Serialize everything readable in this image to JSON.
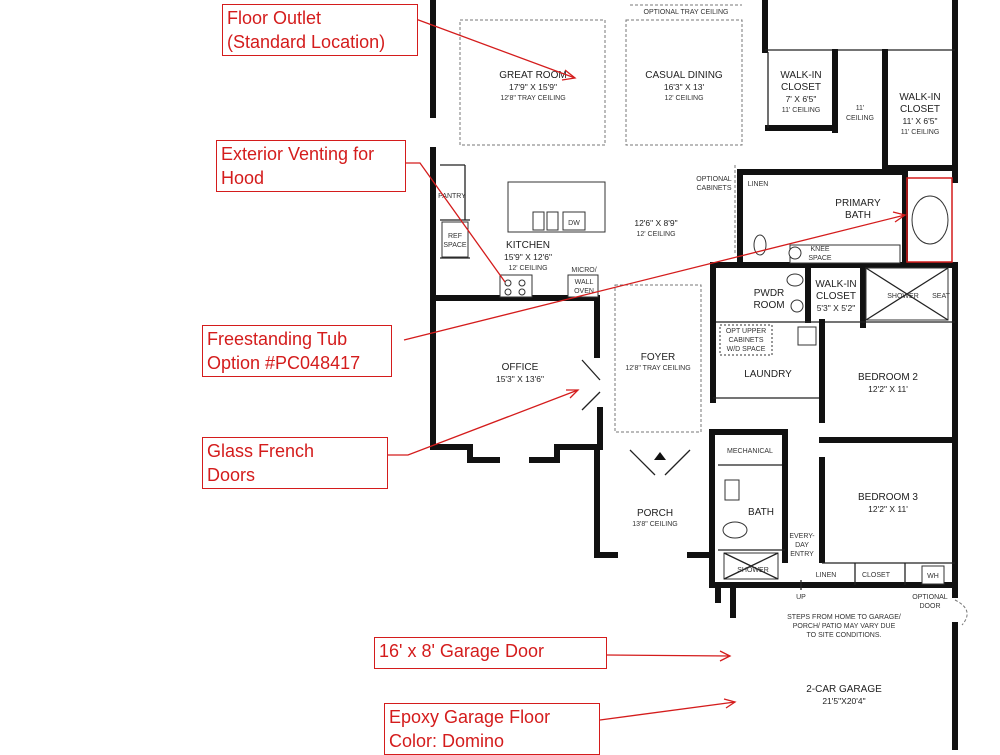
{
  "callouts": [
    {
      "id": "floor-outlet",
      "lines": [
        "Floor Outlet",
        "(Standard Location)"
      ]
    },
    {
      "id": "exterior-venting",
      "lines": [
        "Exterior Venting for",
        "Hood"
      ]
    },
    {
      "id": "freestanding-tub",
      "lines": [
        "Freestanding Tub",
        "Option #PC048417"
      ]
    },
    {
      "id": "glass-french-doors",
      "lines": [
        "Glass French",
        "Doors"
      ]
    },
    {
      "id": "garage-door",
      "lines": [
        "16' x 8' Garage Door"
      ]
    },
    {
      "id": "epoxy-floor",
      "lines": [
        "Epoxy Garage Floor",
        "Color: Domino"
      ]
    }
  ],
  "rooms": {
    "great_room": {
      "name": "GREAT ROOM",
      "dims": "17'9\" X 15'9\"",
      "ceiling": "12'8\" TRAY CEILING"
    },
    "casual_dining": {
      "name": "CASUAL DINING",
      "dims": "16'3\" X 13'",
      "ceiling": "12' CEILING"
    },
    "optional_tray": "OPTIONAL TRAY CEILING",
    "walkin_closet_1": {
      "name1": "WALK-IN",
      "name2": "CLOSET",
      "dims": "7' X 6'5\"",
      "ceiling": "11' CEILING"
    },
    "walkin_closet_2": {
      "name1": "WALK-IN",
      "name2": "CLOSET",
      "dims": "11' X 6'5\"",
      "ceiling": "11' CEILING"
    },
    "closet_ceiling_1": "11'",
    "closet_ceiling_2": "CEILING",
    "primary_bath": {
      "name1": "PRIMARY",
      "name2": "BATH"
    },
    "linen": "LINEN",
    "knee_space": {
      "line1": "KNEE",
      "line2": "SPACE"
    },
    "kitchen": {
      "name": "KITCHEN",
      "dims": "15'9\" X 12'6\"",
      "ceiling": "12' CEILING"
    },
    "pantry": "PANTRY",
    "ref_space": {
      "line1": "REF",
      "line2": "SPACE"
    },
    "dw": "DW",
    "micro_oven": {
      "line1": "MICRO/",
      "line2": "WALL",
      "line3": "OVEN"
    },
    "optional_cabinets": {
      "line1": "OPTIONAL",
      "line2": "CABINETS"
    },
    "hall": {
      "dims": "12'6\" X 8'9\"",
      "ceiling": "12' CEILING"
    },
    "pwdr_room": {
      "name1": "PWDR",
      "name2": "ROOM"
    },
    "walkin_closet_3": {
      "name1": "WALK-IN",
      "name2": "CLOSET",
      "dims": "5'3\" X 5'2\""
    },
    "shower": "SHOWER",
    "seat": "SEAT",
    "office": {
      "name": "OFFICE",
      "dims": "15'3\" X 13'6\""
    },
    "foyer": {
      "name": "FOYER",
      "ceiling": "12'8\" TRAY CEILING"
    },
    "laundry": "LAUNDRY",
    "upper_cabinets": {
      "line1": "OPT UPPER",
      "line2": "CABINETS",
      "line3": "W/D SPACE"
    },
    "bedroom2": {
      "name": "BEDROOM 2",
      "dims": "12'2\" X 11'"
    },
    "bedroom3": {
      "name": "BEDROOM 3",
      "dims": "12'2\" X 11'"
    },
    "mechanical": "MECHANICAL",
    "bath": "BATH",
    "bath_shower": "SHOWER",
    "everyday_entry": {
      "line1": "EVERY-",
      "line2": "DAY",
      "line3": "ENTRY"
    },
    "linen2": "LINEN",
    "closet": "CLOSET",
    "wh": "WH",
    "porch": {
      "name": "PORCH",
      "ceiling": "13'8\" CEILING"
    },
    "up": "UP",
    "optional_door": {
      "line1": "OPTIONAL",
      "line2": "DOOR"
    },
    "steps_note": {
      "line1": "STEPS FROM HOME TO GARAGE/",
      "line2": "PORCH/ PATIO MAY VARY DUE",
      "line3": "TO SITE CONDITIONS."
    },
    "garage": {
      "name": "2-CAR GARAGE",
      "dims": "21'5\"X20'4\""
    }
  },
  "colors": {
    "callout": "#d41c1c",
    "wall": "#111111"
  }
}
